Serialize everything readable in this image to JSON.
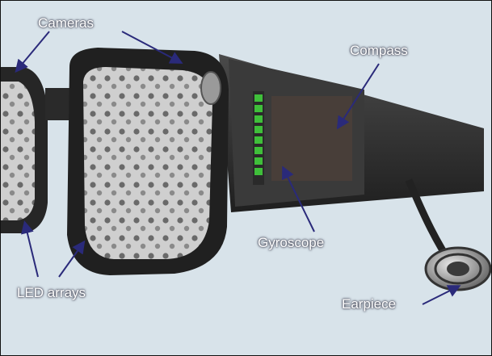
{
  "labels": {
    "cameras": "Cameras",
    "compass": "Compass",
    "gyroscope": "Gyroscope",
    "led_arrays": "LED arrays",
    "earpiece": "Earpiece"
  },
  "colors": {
    "background": "#d8e3ea",
    "frame": "#2b2b2b",
    "led_green": "#3fbf3a",
    "arrow": "#2a2a7a"
  }
}
